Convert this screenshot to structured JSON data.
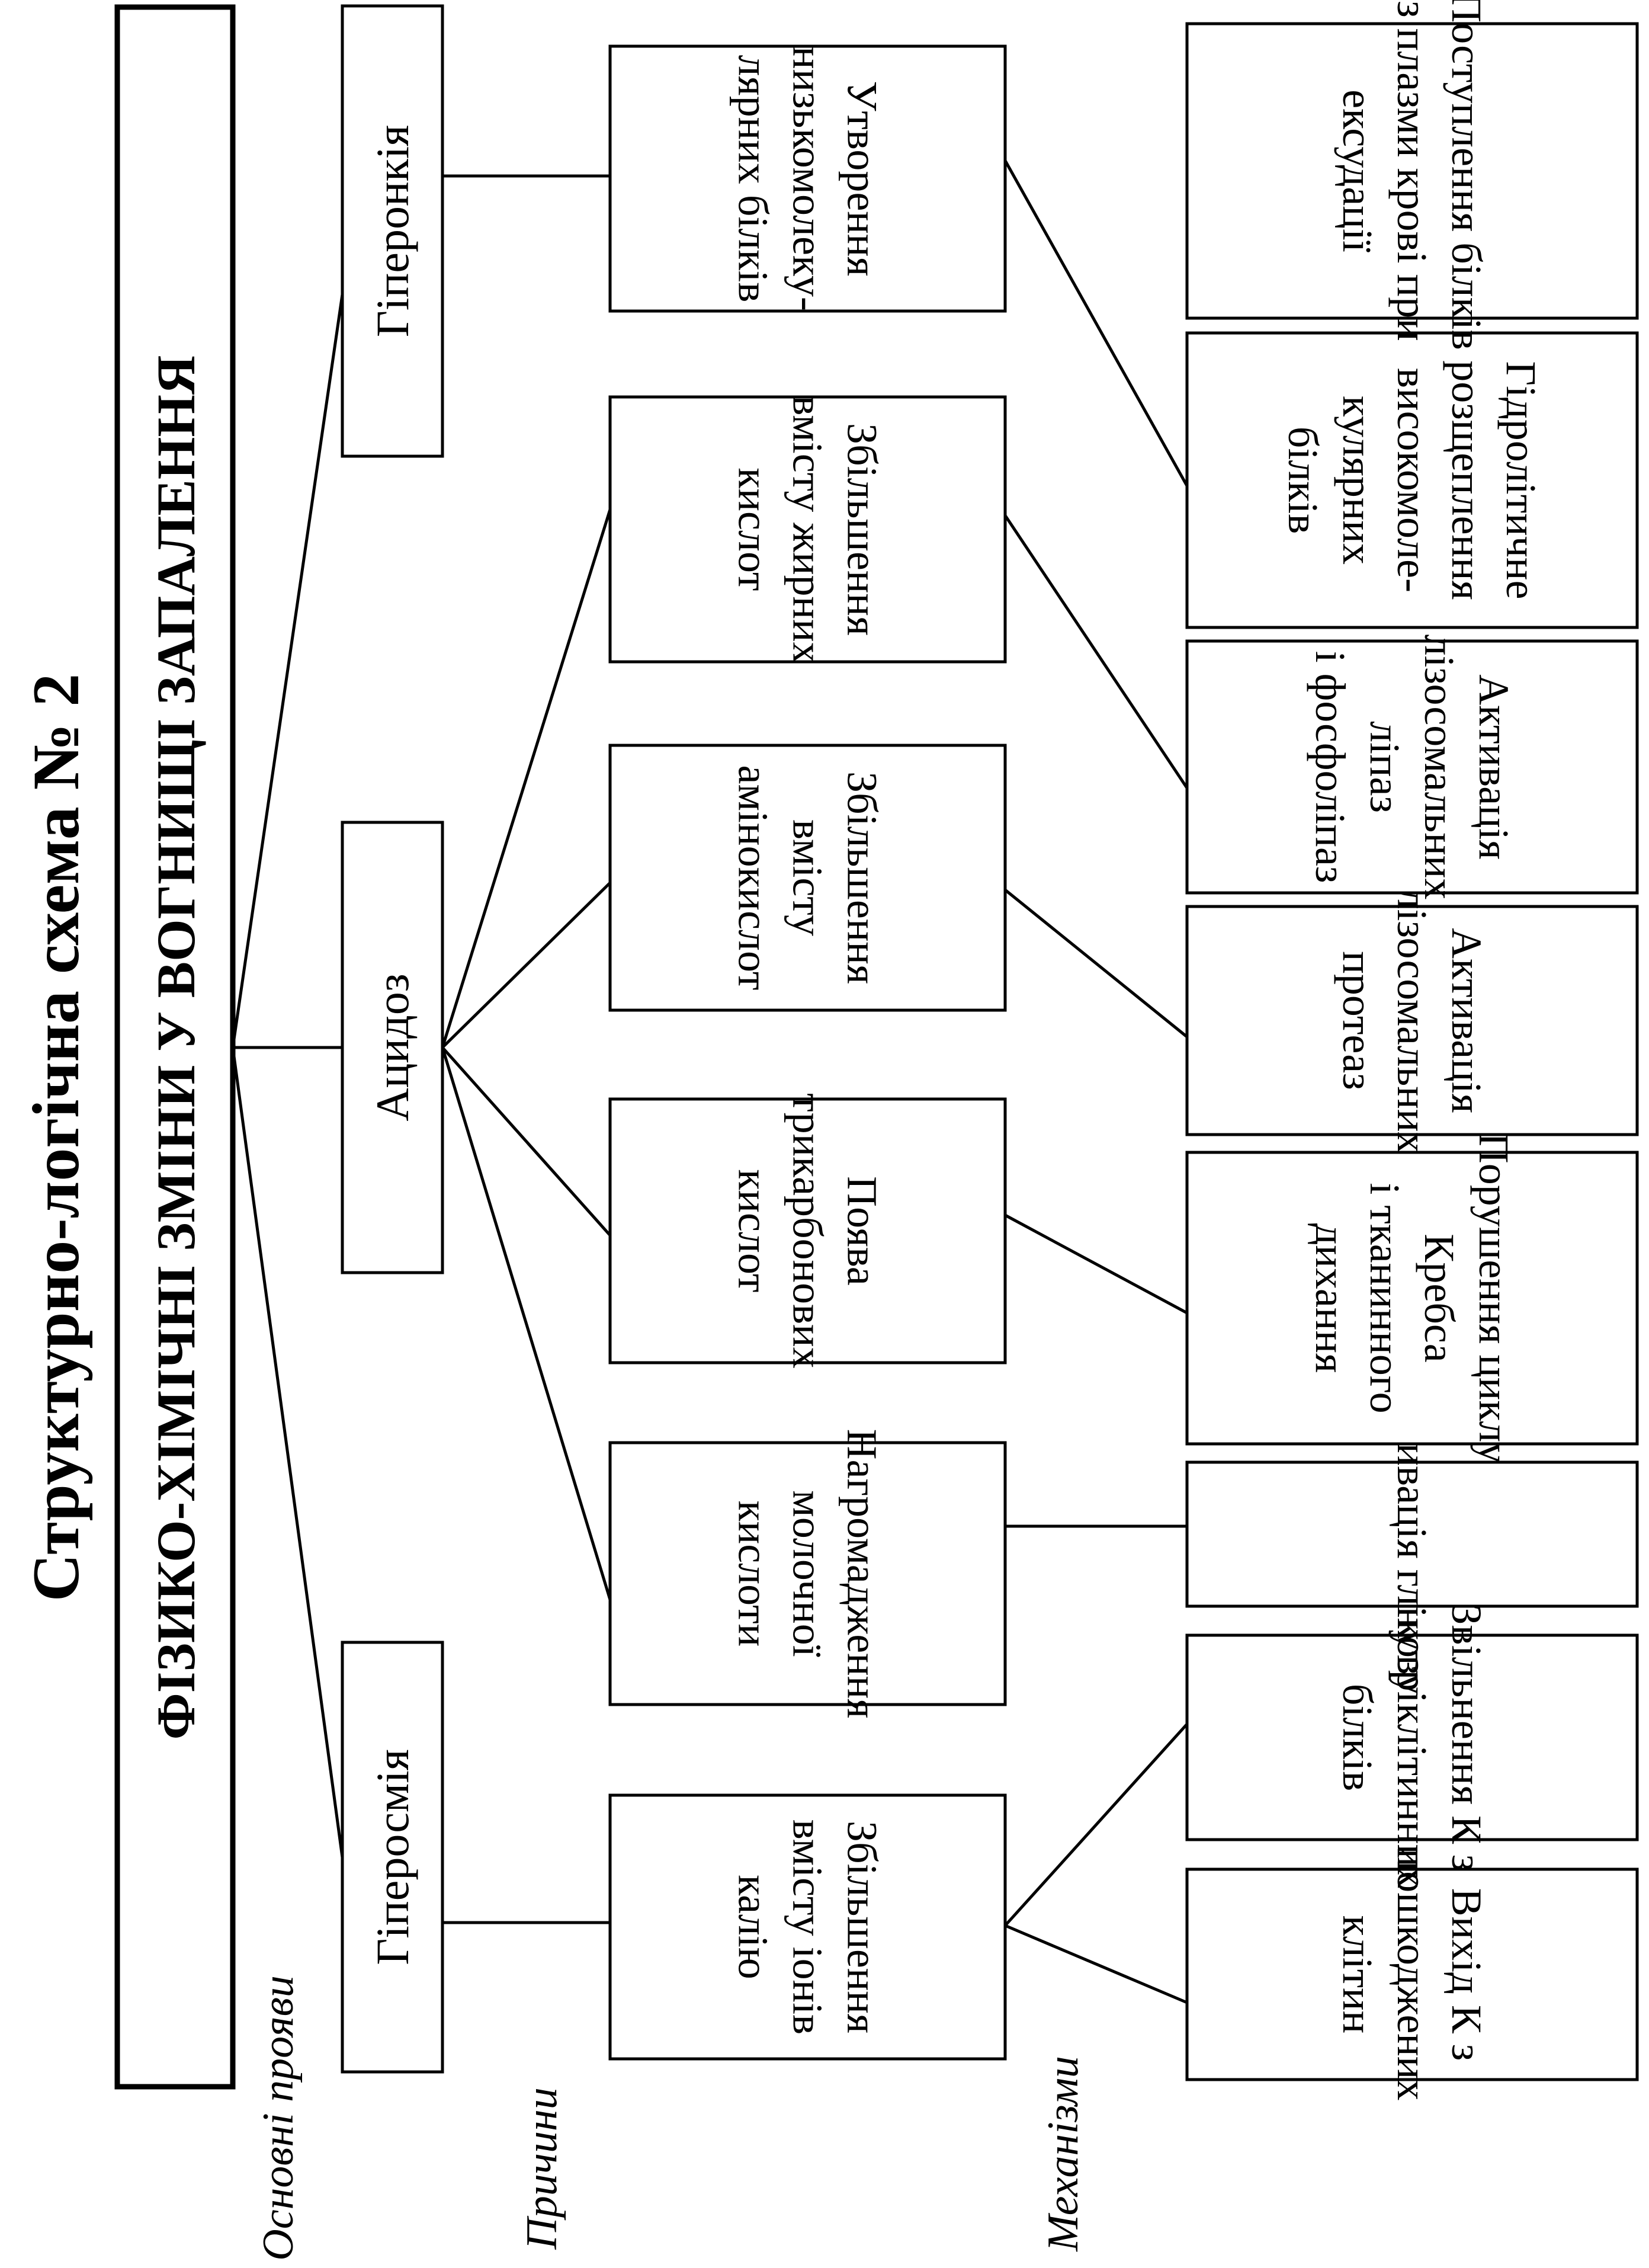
{
  "title": "Структурно-логічна схема № 2",
  "subtitle": "ФІЗИКО-ХІМІЧНІ ЗМІНИ У ВОГНИЩІ ЗАПАЛЕННЯ",
  "column_labels": {
    "manifestations": "Основні прояви",
    "causes": "Причини",
    "mechanisms": "Механізми"
  },
  "manifestations": [
    {
      "label": "Гіперосмія"
    },
    {
      "label": "Ацидоз"
    },
    {
      "label": "Гіперонкія"
    }
  ],
  "causes": [
    {
      "lines": [
        "Збільшення",
        "вмісту іонів",
        "калію"
      ]
    },
    {
      "lines": [
        "Нагромадження",
        "молочної",
        "кислоти"
      ]
    },
    {
      "lines": [
        "Поява",
        "трикарбонових",
        "кислот"
      ]
    },
    {
      "lines": [
        "Збільшення",
        "вмісту",
        "амінокислот"
      ]
    },
    {
      "lines": [
        "Збільшення",
        "вмісту жирних",
        "кислот"
      ]
    },
    {
      "lines": [
        "Утворення",
        "низькомолеку-",
        "лярних білків"
      ]
    }
  ],
  "mechanisms": [
    {
      "lines": [
        "Вихід К з",
        "пошкоджених",
        "клітин"
      ]
    },
    {
      "lines": [
        "Звільнення К з",
        "внутріклітинних",
        "білків"
      ]
    },
    {
      "lines": [
        "Активація глікозу"
      ]
    },
    {
      "lines": [
        "Порушення циклу",
        "Кребса",
        "і тканинного",
        "дихання"
      ]
    },
    {
      "lines": [
        "Активація",
        "лізосомальних",
        "протеаз"
      ]
    },
    {
      "lines": [
        "Активація",
        "лізосомальних",
        "ліпаз",
        "і фосфоліпаз"
      ]
    },
    {
      "lines": [
        "Гідролітичне",
        "розщеплення",
        "високомоле-",
        "кулярних",
        "білків"
      ]
    },
    {
      "lines": [
        "Поступлення білків",
        "з плазми крові при",
        "ексудації"
      ]
    }
  ]
}
